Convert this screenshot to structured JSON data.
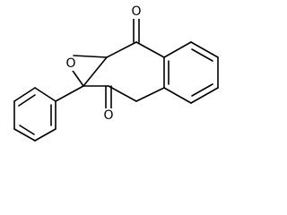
{
  "structure": {
    "atoms": {
      "epoxide_oxygen": "O",
      "ketone_oxygen_top": "O",
      "ketone_oxygen_bottom": "O"
    }
  }
}
